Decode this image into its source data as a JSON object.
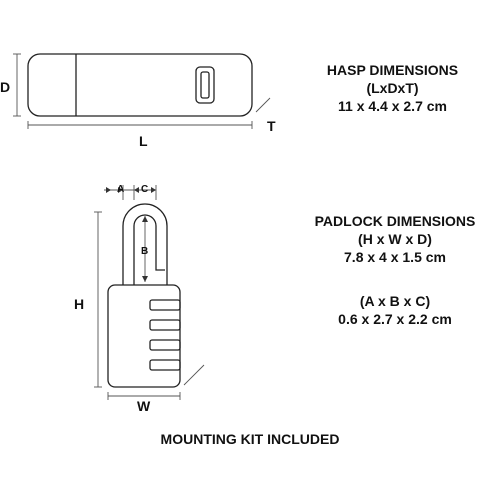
{
  "hasp": {
    "title": "HASP DIMENSIONS",
    "subtitle": "(LxDxT)",
    "values": "11 x 4.4 x 2.7 cm",
    "label_d": "D",
    "label_l": "L",
    "label_t": "T"
  },
  "padlock": {
    "title": "PADLOCK DIMENSIONS",
    "subtitle": "(H x W x D)",
    "values": "7.8 x 4 x 1.5 cm",
    "shackle_subtitle": "(A x B x C)",
    "shackle_values": "0.6 x 2.7 x 2.2 cm",
    "label_h": "H",
    "label_w": "W",
    "label_a": "A",
    "label_b": "B",
    "label_c": "C"
  },
  "footer": {
    "note": "MOUNTING KIT INCLUDED"
  }
}
